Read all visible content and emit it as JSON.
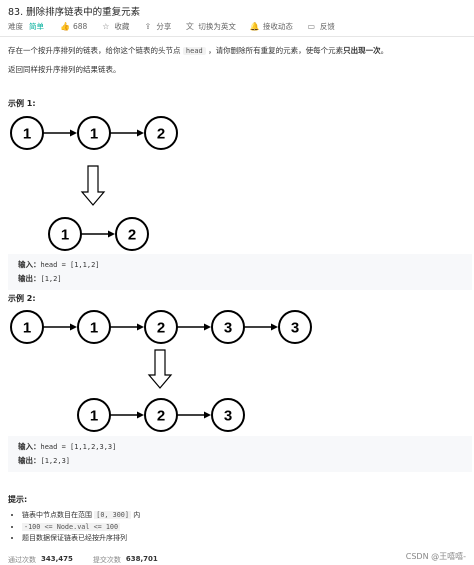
{
  "problem": {
    "title": "83. 删除排序链表中的重复元素",
    "difficulty_label": "难度",
    "difficulty": "简单",
    "likes": "688",
    "favorite": "收藏",
    "share": "分享",
    "switch_lang": "切换为英文",
    "notify": "接收动态",
    "feedback": "反馈"
  },
  "description": {
    "p1_a": "存在一个按升序排列的链表，给你这个链表的头节点",
    "p1_code": "head",
    "p1_b": "，请你删除所有重复的元素，使每个元素",
    "p1_bold": "只出现一次",
    "p1_end": "。",
    "p2": "返回同样按升序排列的结果链表。"
  },
  "examples": [
    {
      "title": "示例 1:",
      "before": [
        "1",
        "1",
        "2"
      ],
      "after": [
        "1",
        "2"
      ],
      "input_label": "输入：",
      "input": "head = [1,1,2]",
      "output_label": "输出：",
      "output": "[1,2]"
    },
    {
      "title": "示例 2:",
      "before": [
        "1",
        "1",
        "2",
        "3",
        "3"
      ],
      "after": [
        "1",
        "2",
        "3"
      ],
      "input_label": "输入：",
      "input": "head = [1,1,2,3,3]",
      "output_label": "输出：",
      "output": "[1,2,3]"
    }
  ],
  "hints": {
    "title": "提示:",
    "h1_a": "链表中节点数目在范围",
    "h1_code": "[0, 300]",
    "h1_b": "内",
    "h2_code": "-100 <= Node.val <= 100",
    "h3": "题目数据保证链表已经按升序排列"
  },
  "stats": {
    "accepted_label": "通过次数",
    "accepted": "343,475",
    "submitted_label": "提交次数",
    "submitted": "638,701"
  },
  "watermark": "CSDN @王嘻嘻-",
  "icons": [
    "thumb-up-icon",
    "star-icon",
    "share-icon",
    "translate-icon",
    "bell-icon",
    "feedback-icon"
  ]
}
